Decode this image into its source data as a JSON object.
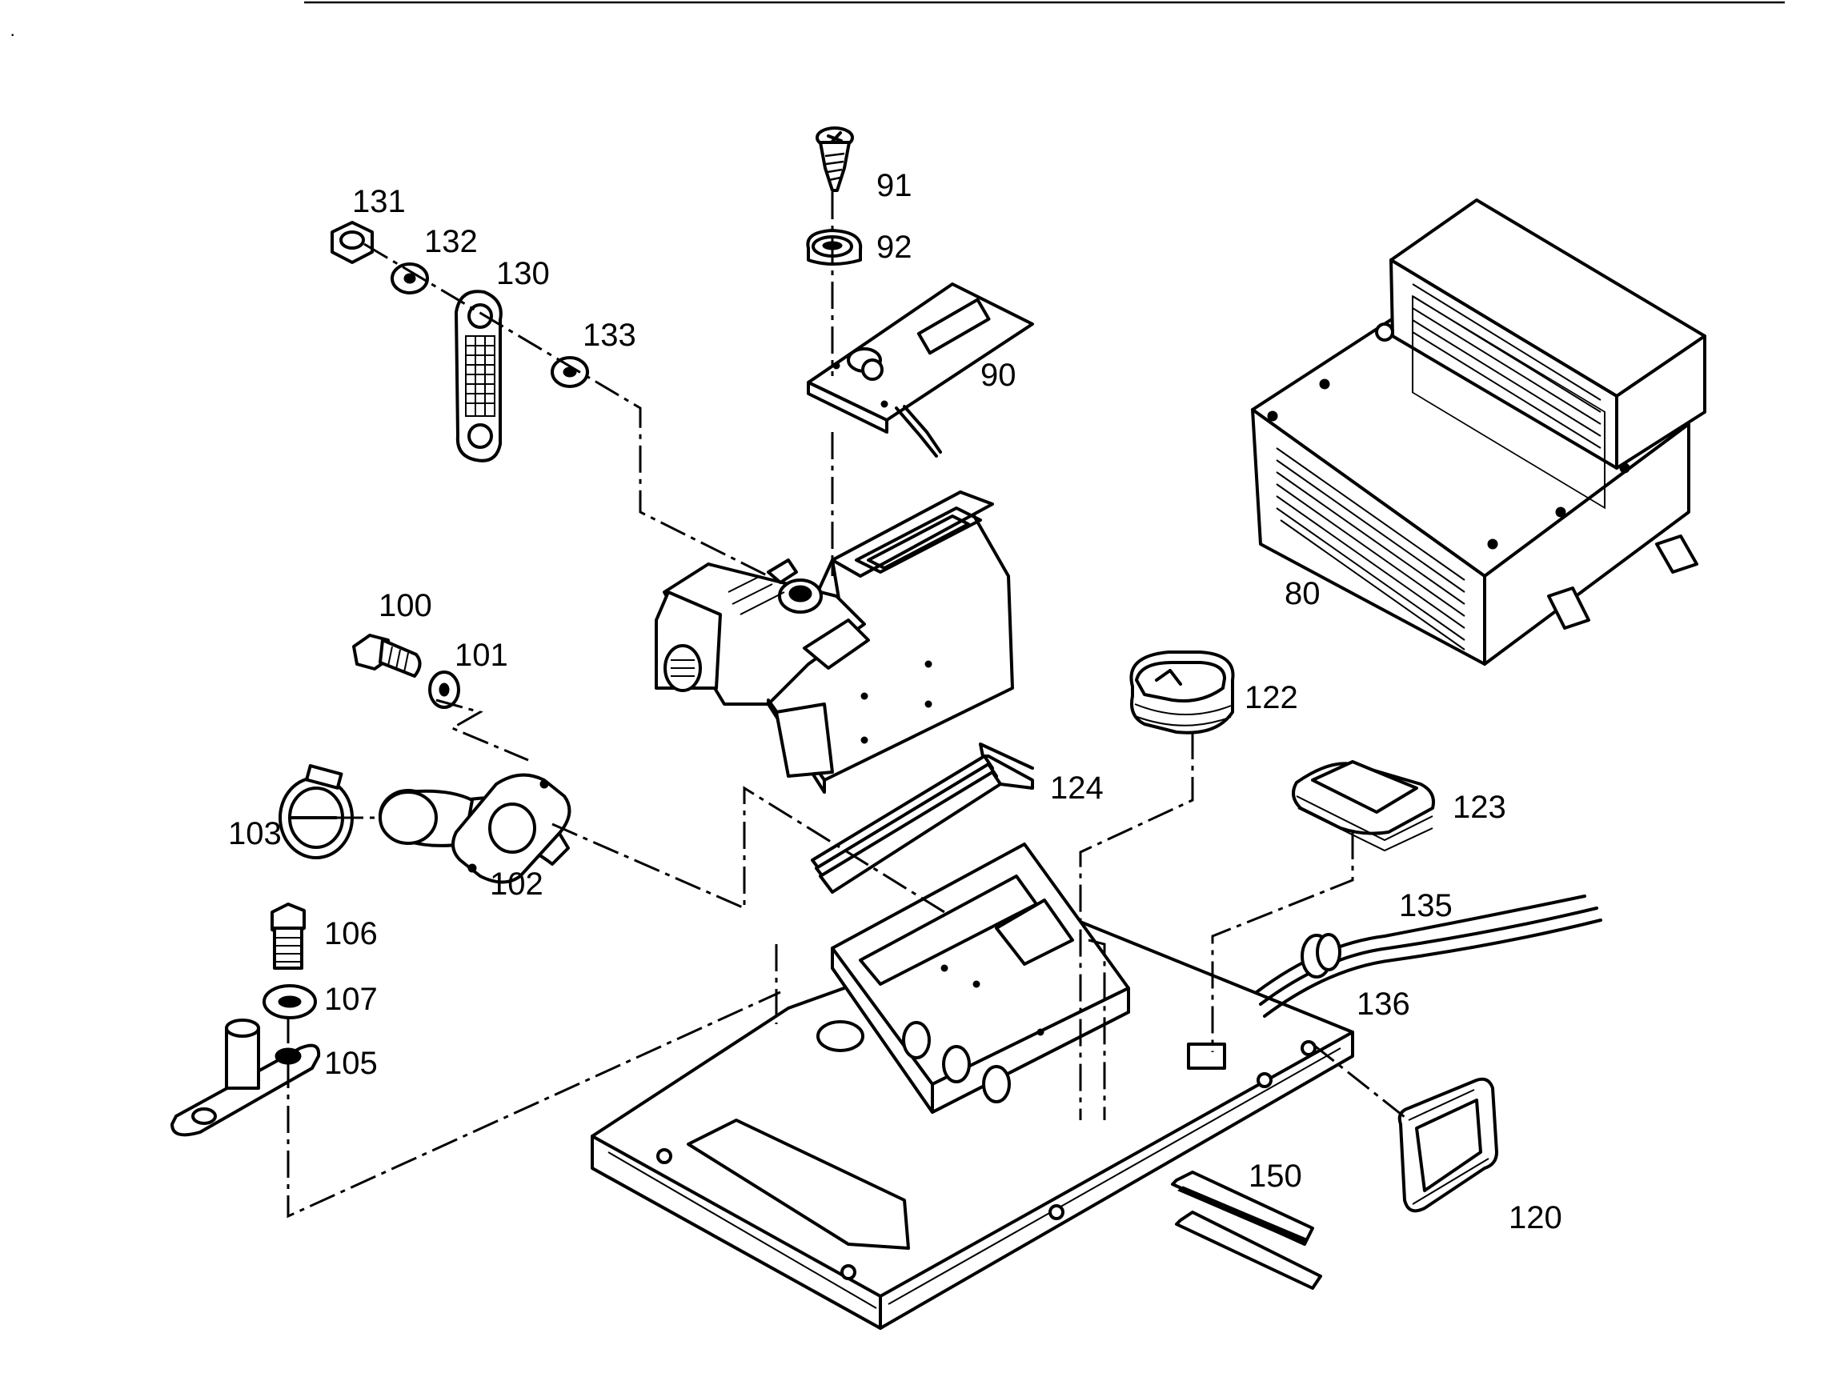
{
  "diagram": {
    "parts": [
      {
        "id": "p80",
        "label": "80"
      },
      {
        "id": "p90",
        "label": "90"
      },
      {
        "id": "p91",
        "label": "91"
      },
      {
        "id": "p92",
        "label": "92"
      },
      {
        "id": "p100",
        "label": "100"
      },
      {
        "id": "p101",
        "label": "101"
      },
      {
        "id": "p102",
        "label": "102"
      },
      {
        "id": "p103",
        "label": "103"
      },
      {
        "id": "p105",
        "label": "105"
      },
      {
        "id": "p106",
        "label": "106"
      },
      {
        "id": "p107",
        "label": "107"
      },
      {
        "id": "p120",
        "label": "120"
      },
      {
        "id": "p122",
        "label": "122"
      },
      {
        "id": "p123",
        "label": "123"
      },
      {
        "id": "p124",
        "label": "124"
      },
      {
        "id": "p130",
        "label": "130"
      },
      {
        "id": "p131",
        "label": "131"
      },
      {
        "id": "p132",
        "label": "132"
      },
      {
        "id": "p133",
        "label": "133"
      },
      {
        "id": "p135",
        "label": "135"
      },
      {
        "id": "p136",
        "label": "136"
      },
      {
        "id": "p150",
        "label": "150"
      }
    ]
  },
  "colors": {
    "ink": "#000000",
    "paper": "#ffffff"
  }
}
